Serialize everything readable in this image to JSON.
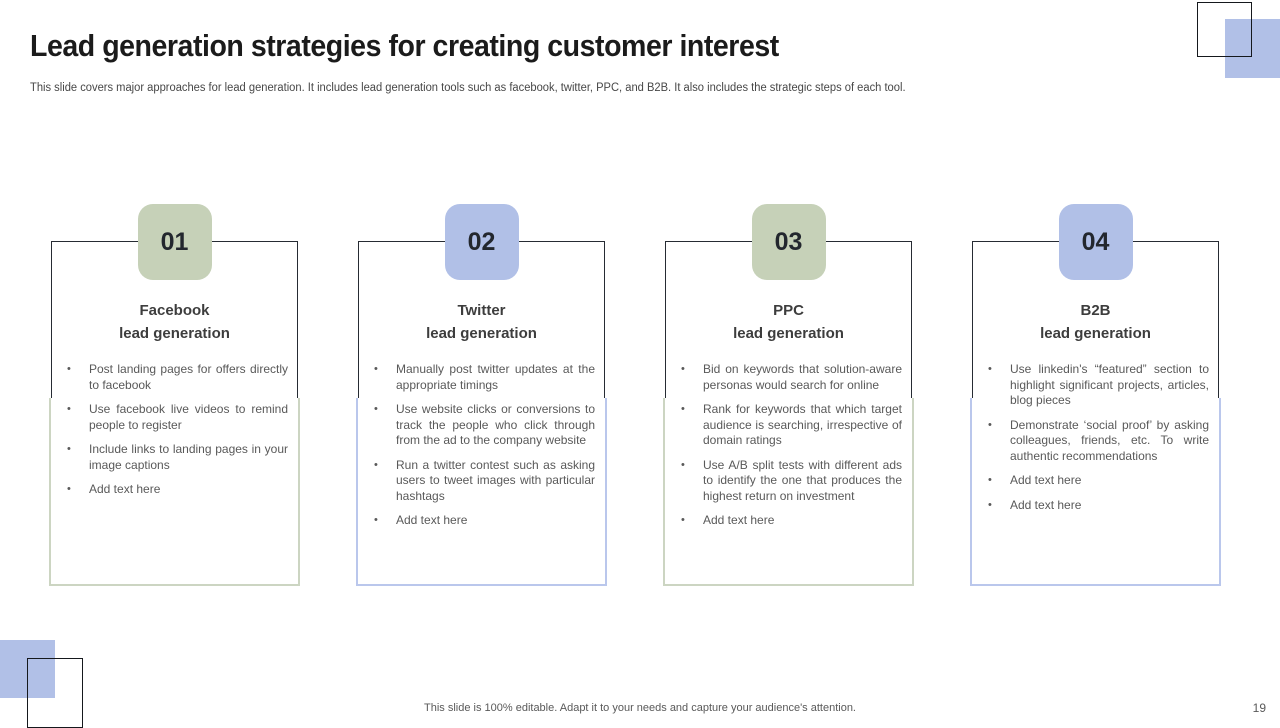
{
  "slide": {
    "title": "Lead generation strategies for creating customer interest",
    "subtitle": "This slide covers major approaches for lead generation. It includes lead generation tools such as facebook, twitter, PPC, and B2B. It also includes the strategic steps of each tool.",
    "footer": "This slide is 100% editable. Adapt it to your needs and capture your audience's attention.",
    "page_number": "19"
  },
  "colors": {
    "accent_blue": "#b1c0e7",
    "accent_green": "#c6d1b8",
    "frame_blue": "#bac7ec",
    "frame_green": "#ccd5c2",
    "dark_border": "#262b33",
    "body_text": "#595959"
  },
  "cards": [
    {
      "number": "01",
      "accent": "green",
      "title_line1": "Facebook",
      "title_line2": "lead generation",
      "bullets": [
        "Post landing pages for offers directly to facebook",
        "Use facebook live videos to remind people to register",
        "Include links to landing pages in your image captions",
        "Add text here"
      ]
    },
    {
      "number": "02",
      "accent": "blue",
      "title_line1": "Twitter",
      "title_line2": "lead generation",
      "bullets": [
        "Manually post twitter updates at the appropriate timings",
        "Use website clicks or conversions to track the people who click through from the ad to the company website",
        "Run a twitter contest such as asking users to tweet images with particular hashtags",
        "Add text here"
      ]
    },
    {
      "number": "03",
      "accent": "green",
      "title_line1": "PPC",
      "title_line2": "lead generation",
      "bullets": [
        "Bid on keywords that solution-aware personas would search for online",
        "Rank for keywords that which target audience is searching, irrespective of domain ratings",
        "Use A/B split tests with different ads to identify the one that produces the highest return on investment",
        "Add text here"
      ]
    },
    {
      "number": "04",
      "accent": "blue",
      "title_line1": "B2B",
      "title_line2": "lead generation",
      "bullets": [
        "Use linkedin's “featured” section to highlight significant projects, articles, blog pieces",
        "Demonstrate ‘social proof’ by asking colleagues, friends, etc. To write authentic recommendations",
        "Add text here",
        "Add text here"
      ]
    }
  ]
}
